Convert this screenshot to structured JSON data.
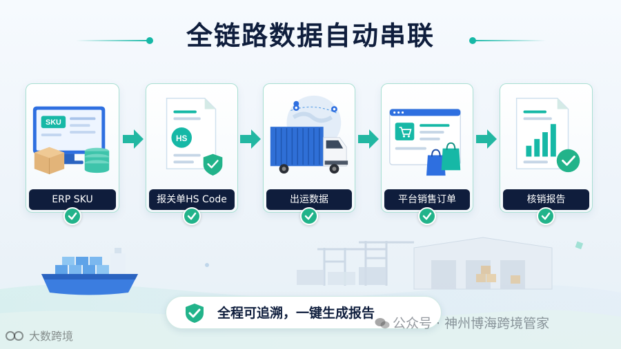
{
  "title": "全链路数据自动串联",
  "steps": [
    {
      "label": "ERP SKU",
      "badge": "SKU"
    },
    {
      "label": "报关单HS Code",
      "badge": "HS"
    },
    {
      "label": "出运数据"
    },
    {
      "label": "平台销售订单"
    },
    {
      "label": "核销报告"
    }
  ],
  "banner": {
    "text": "全程可追溯，一键生成报告"
  },
  "watermarks": {
    "right": "公众号 · 神州博海跨境管家",
    "left": "大数跨境"
  },
  "colors": {
    "accent": "#16b8a6",
    "dark": "#0f1d3c",
    "check": "#22b38a",
    "blue": "#2e6fe0"
  }
}
